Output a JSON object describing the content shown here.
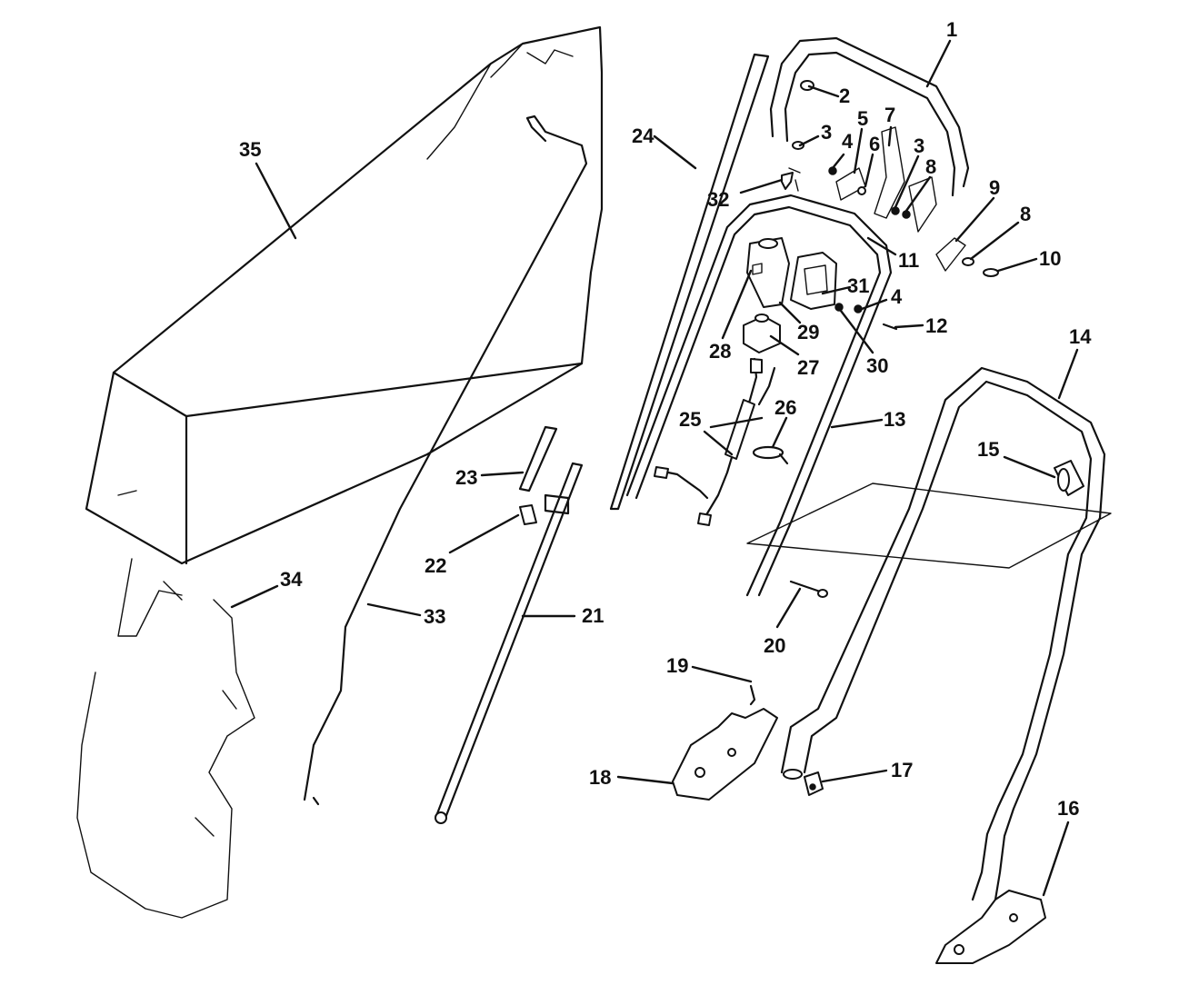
{
  "callouts": [
    {
      "id": "c1",
      "label": "1"
    },
    {
      "id": "c2",
      "label": "2"
    },
    {
      "id": "c3a",
      "label": "3"
    },
    {
      "id": "c3b",
      "label": "3"
    },
    {
      "id": "c4a",
      "label": "4"
    },
    {
      "id": "c4b",
      "label": "4"
    },
    {
      "id": "c5",
      "label": "5"
    },
    {
      "id": "c6",
      "label": "6"
    },
    {
      "id": "c7",
      "label": "7"
    },
    {
      "id": "c8a",
      "label": "8"
    },
    {
      "id": "c8b",
      "label": "8"
    },
    {
      "id": "c9",
      "label": "9"
    },
    {
      "id": "c10",
      "label": "10"
    },
    {
      "id": "c11",
      "label": "11"
    },
    {
      "id": "c12",
      "label": "12"
    },
    {
      "id": "c13",
      "label": "13"
    },
    {
      "id": "c14",
      "label": "14"
    },
    {
      "id": "c15",
      "label": "15"
    },
    {
      "id": "c16",
      "label": "16"
    },
    {
      "id": "c17",
      "label": "17"
    },
    {
      "id": "c18",
      "label": "18"
    },
    {
      "id": "c19",
      "label": "19"
    },
    {
      "id": "c20",
      "label": "20"
    },
    {
      "id": "c21",
      "label": "21"
    },
    {
      "id": "c22",
      "label": "22"
    },
    {
      "id": "c23",
      "label": "23"
    },
    {
      "id": "c24",
      "label": "24"
    },
    {
      "id": "c25",
      "label": "25"
    },
    {
      "id": "c26",
      "label": "26"
    },
    {
      "id": "c27",
      "label": "27"
    },
    {
      "id": "c28",
      "label": "28"
    },
    {
      "id": "c29",
      "label": "29"
    },
    {
      "id": "c30",
      "label": "30"
    },
    {
      "id": "c31",
      "label": "31"
    },
    {
      "id": "c32",
      "label": "32"
    },
    {
      "id": "c33",
      "label": "33"
    },
    {
      "id": "c34",
      "label": "34"
    },
    {
      "id": "c35",
      "label": "35"
    }
  ]
}
